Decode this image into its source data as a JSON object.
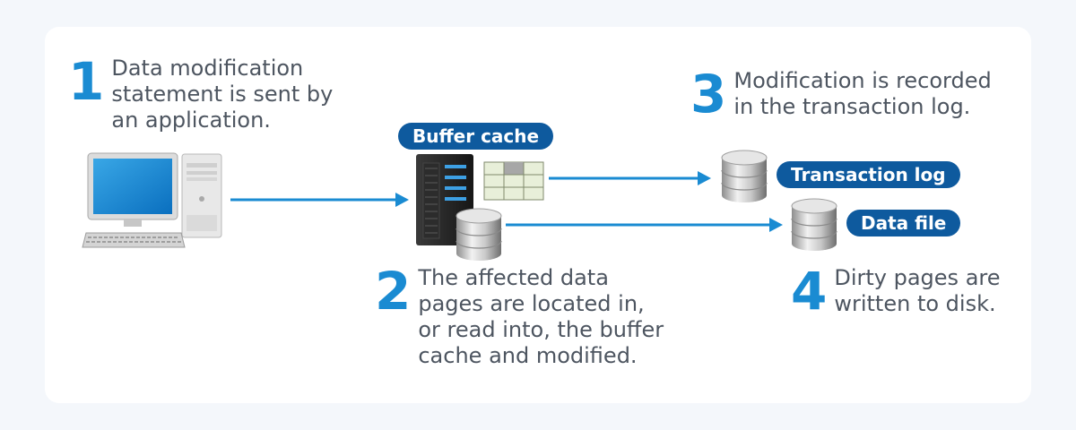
{
  "colors": {
    "accent": "#1a8bd2",
    "pill": "#0e5a9e",
    "text": "#4d5560",
    "card": "#ffffff",
    "background": "#f4f7fb"
  },
  "steps": [
    {
      "num": "1",
      "text": "Data modification\nstatement is sent by\nan application."
    },
    {
      "num": "2",
      "text": "The affected data\npages are located in,\nor read into, the buffer\ncache and modified."
    },
    {
      "num": "3",
      "text": "Modification is recorded\nin the transaction log."
    },
    {
      "num": "4",
      "text": "Dirty pages are\nwritten to disk."
    }
  ],
  "labels": {
    "buffer_cache": "Buffer cache",
    "transaction_log": "Transaction log",
    "data_file": "Data file"
  },
  "icons": [
    "computer-icon",
    "server-icon",
    "data-page-grid-icon",
    "database-icon"
  ]
}
